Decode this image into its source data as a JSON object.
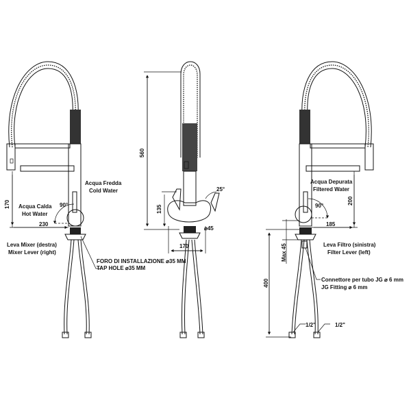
{
  "left_view": {
    "cold_water": [
      "Acqua Fredda",
      "Cold Water"
    ],
    "hot_water": [
      "Acqua Calda",
      "Hot Water"
    ],
    "angle": "90°",
    "dim_height": "170",
    "dim_reach": "230",
    "lever": [
      "Leva Mixer (destra)",
      "Mixer Lever (right)"
    ],
    "tap_hole": [
      "FORO DI INSTALLAZIONE ⌀35 MM",
      "TAP HOLE ⌀35 MM"
    ]
  },
  "middle_view": {
    "dim_total": "560",
    "dim_lever": "135",
    "angle": "25°",
    "diameter": "⌀45",
    "dim_width": "170"
  },
  "right_view": {
    "filtered_water": [
      "Acqua Depurata",
      "Filtered Water"
    ],
    "angle": "90°",
    "dim_height": "200",
    "dim_reach": "185",
    "max": "Max 45",
    "dim_hose": "400",
    "lever": [
      "Leva Filtro (sinistra)",
      "Filter Lever (left)"
    ],
    "fitting": [
      "Connettore per tubo JG ⌀ 6 mm",
      "JG Fitting ⌀ 6 mm"
    ],
    "thread_a": "1/2\"",
    "thread_b": "1/2\""
  }
}
